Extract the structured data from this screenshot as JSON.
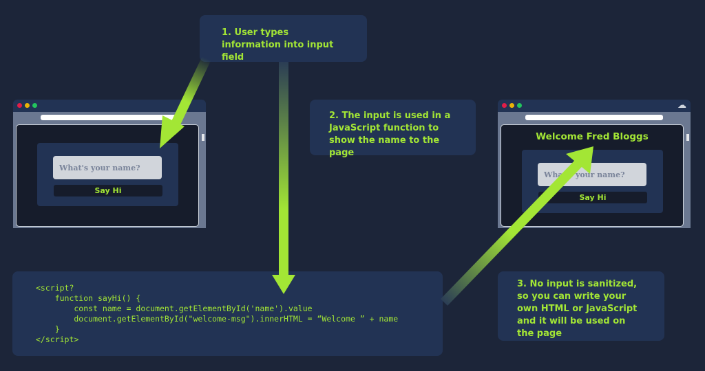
{
  "steps": [
    "1. User types information into input field",
    "2. The input is used in a JavaScript function to show the name to the page",
    "3. No input is sanitized, so you can write your own HTML or JavaScript and it will be used on the page"
  ],
  "left_browser": {
    "placeholder": "What's your name?",
    "button": "Say Hi"
  },
  "right_browser": {
    "welcome": "Welcome Fred Bloggs",
    "placeholder": "What's your name?",
    "button": "Say Hi"
  },
  "code": [
    "<script?",
    "    function sayHi() {",
    "        const name = document.getElementById('name').value",
    "        document.getElementById(\"welcome-msg\").innerHTML = “Welcome ” + name",
    "    }",
    "</script>"
  ],
  "colors": {
    "accent": "#a3e635",
    "background": "#1c2539",
    "panel": "#223354"
  }
}
